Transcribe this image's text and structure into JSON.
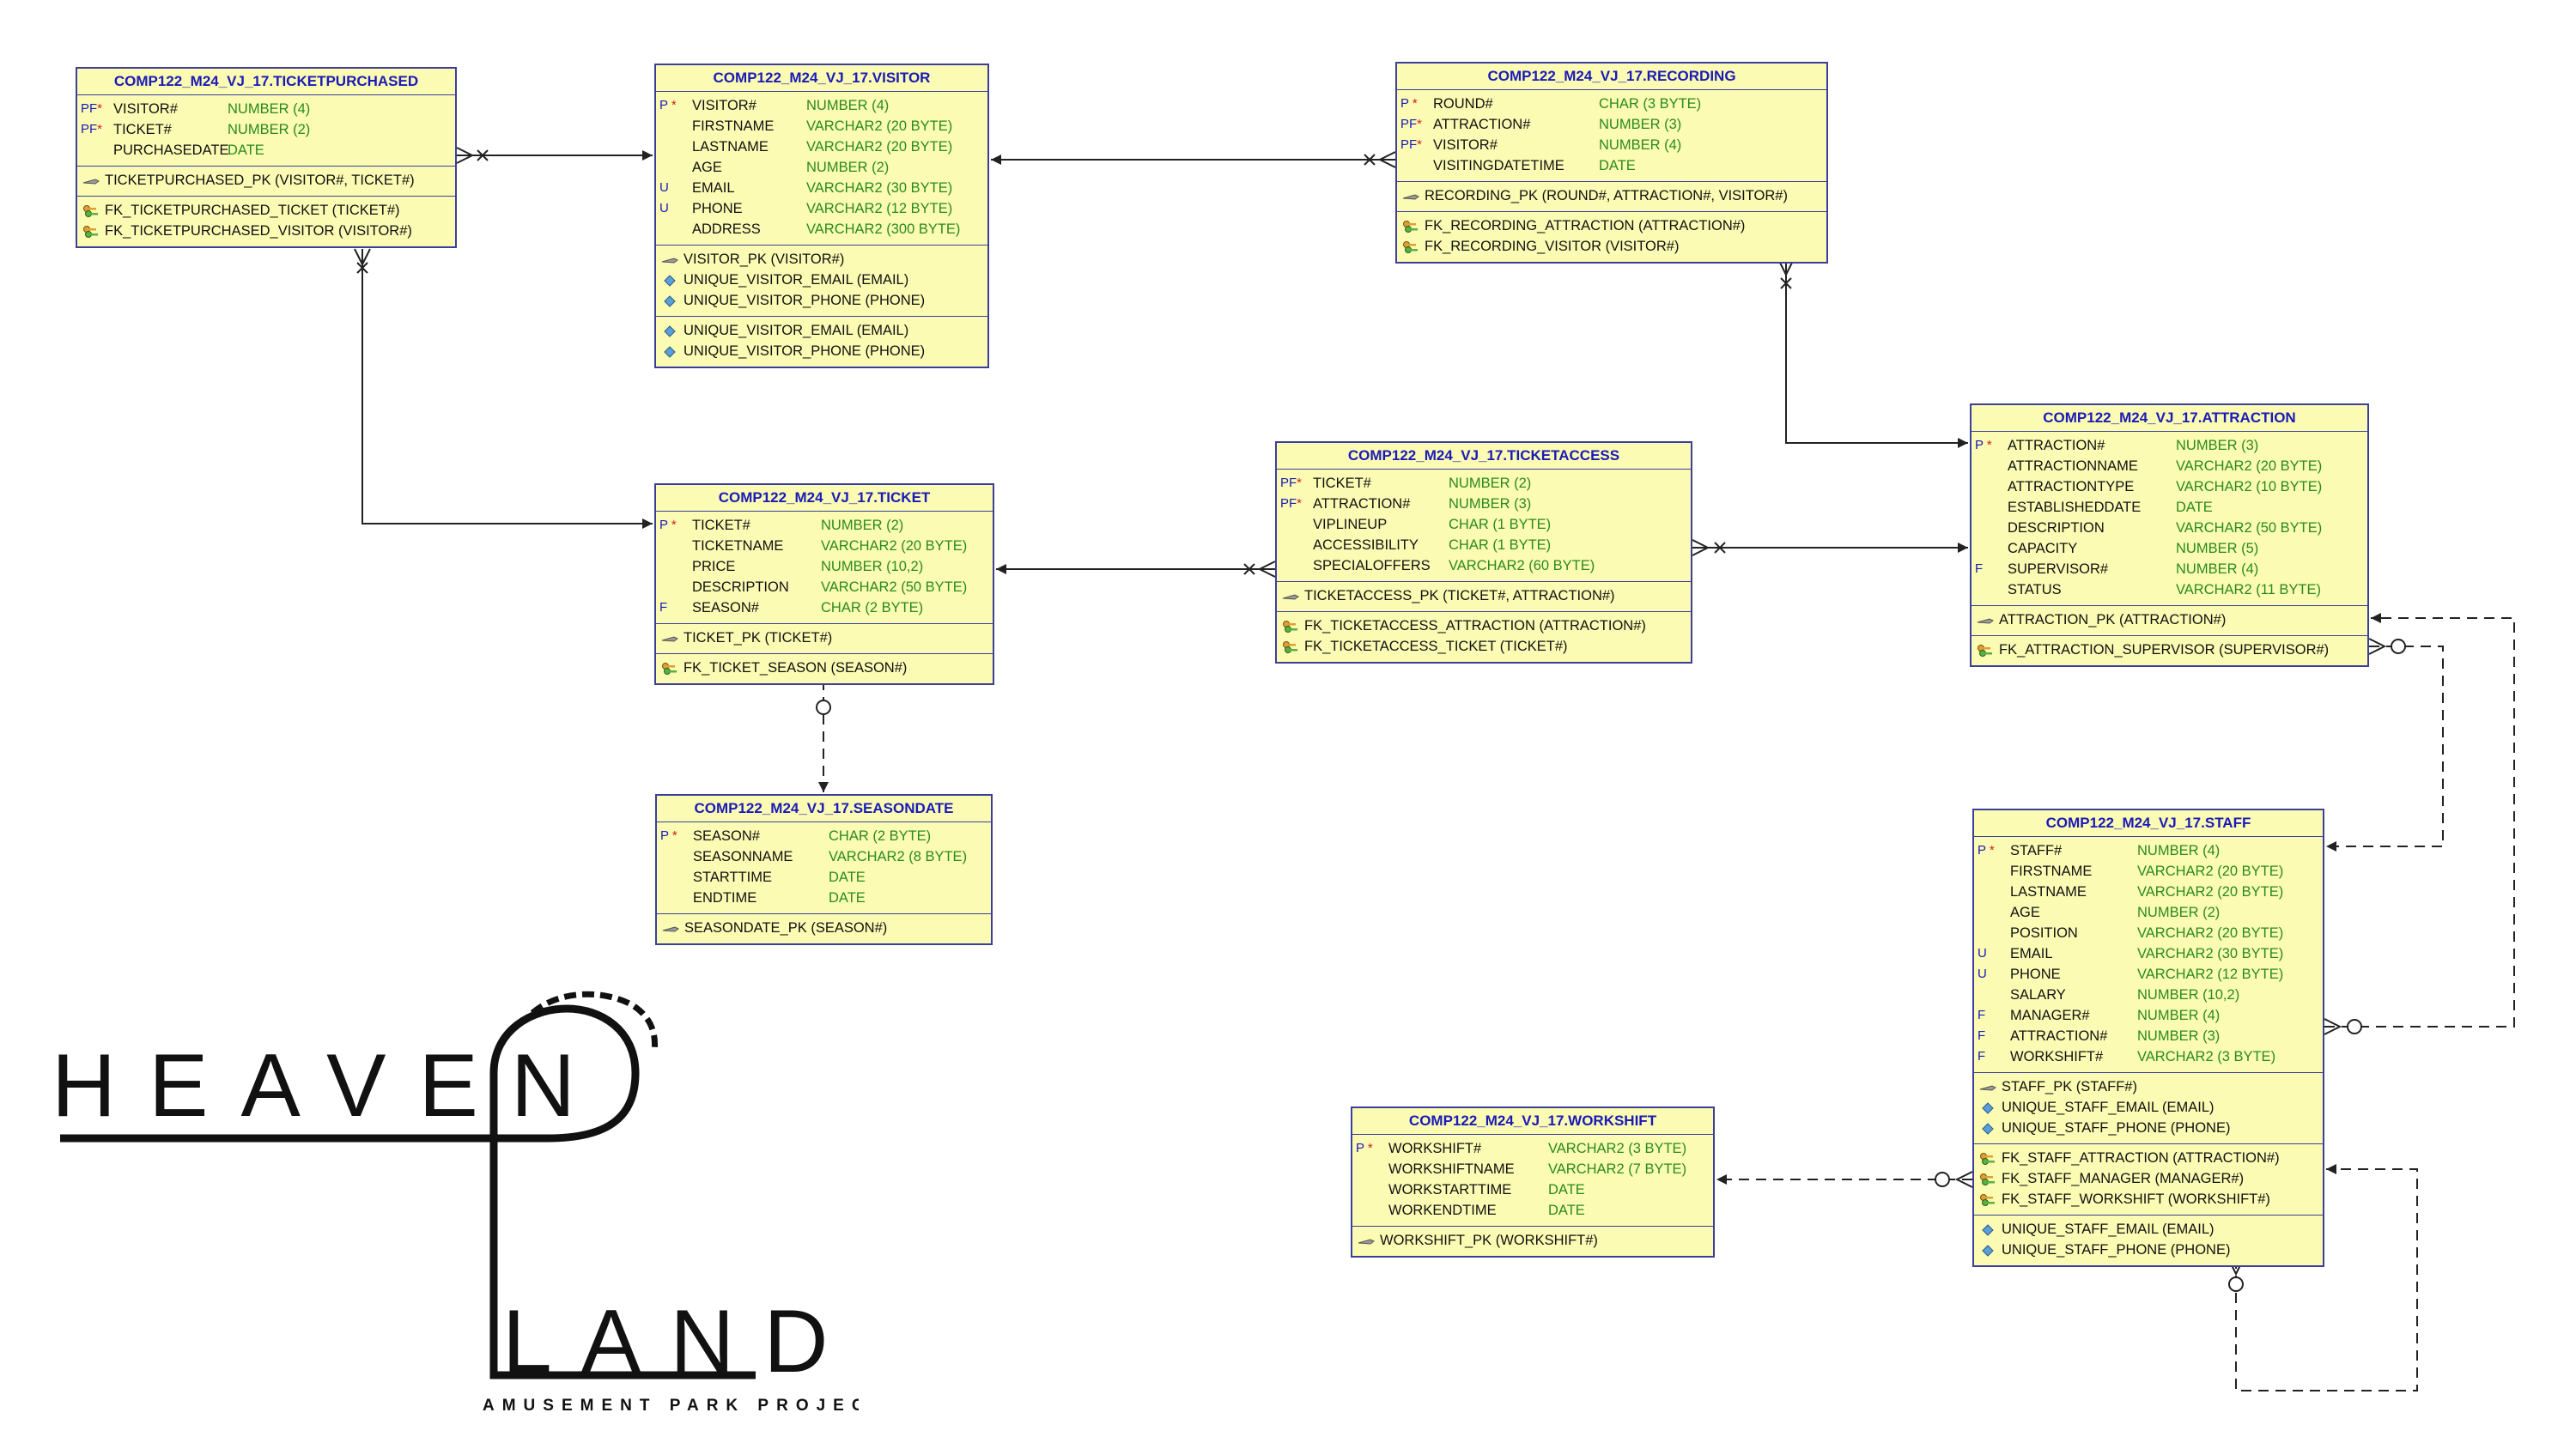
{
  "tables": {
    "ticketpurchased": {
      "title": "COMP122_M24_VJ_17.TICKETPURCHASED",
      "columns": [
        {
          "flag": "PF*",
          "name": "VISITOR#",
          "type": "NUMBER (4)"
        },
        {
          "flag": "PF*",
          "name": "TICKET#",
          "type": "NUMBER (2)"
        },
        {
          "flag": "",
          "name": "PURCHASEDATE",
          "type": "DATE"
        }
      ],
      "sections": [
        [
          {
            "icon": "pk-key-icon",
            "text": "TICKETPURCHASED_PK (VISITOR#, TICKET#)"
          }
        ],
        [
          {
            "icon": "fk-keys-icon",
            "text": "FK_TICKETPURCHASED_TICKET (TICKET#)"
          },
          {
            "icon": "fk-keys-icon",
            "text": "FK_TICKETPURCHASED_VISITOR (VISITOR#)"
          }
        ]
      ]
    },
    "visitor": {
      "title": "COMP122_M24_VJ_17.VISITOR",
      "columns": [
        {
          "flag": "P *",
          "name": "VISITOR#",
          "type": "NUMBER (4)"
        },
        {
          "flag": "",
          "name": "FIRSTNAME",
          "type": "VARCHAR2 (20 BYTE)"
        },
        {
          "flag": "",
          "name": "LASTNAME",
          "type": "VARCHAR2 (20 BYTE)"
        },
        {
          "flag": "",
          "name": "AGE",
          "type": "NUMBER (2)"
        },
        {
          "flag": "U",
          "name": "EMAIL",
          "type": "VARCHAR2 (30 BYTE)"
        },
        {
          "flag": "U",
          "name": "PHONE",
          "type": "VARCHAR2 (12 BYTE)"
        },
        {
          "flag": "",
          "name": "ADDRESS",
          "type": "VARCHAR2 (300 BYTE)"
        }
      ],
      "sections": [
        [
          {
            "icon": "pk-key-icon",
            "text": "VISITOR_PK (VISITOR#)"
          },
          {
            "icon": "unique-diamond-icon",
            "text": "UNIQUE_VISITOR_EMAIL (EMAIL)"
          },
          {
            "icon": "unique-diamond-icon",
            "text": "UNIQUE_VISITOR_PHONE (PHONE)"
          }
        ],
        [
          {
            "icon": "unique-diamond-icon",
            "text": "UNIQUE_VISITOR_EMAIL (EMAIL)"
          },
          {
            "icon": "unique-diamond-icon",
            "text": "UNIQUE_VISITOR_PHONE (PHONE)"
          }
        ]
      ]
    },
    "recording": {
      "title": "COMP122_M24_VJ_17.RECORDING",
      "columns": [
        {
          "flag": "P *",
          "name": "ROUND#",
          "type": "CHAR (3 BYTE)"
        },
        {
          "flag": "PF*",
          "name": "ATTRACTION#",
          "type": "NUMBER (3)"
        },
        {
          "flag": "PF*",
          "name": "VISITOR#",
          "type": "NUMBER (4)"
        },
        {
          "flag": "",
          "name": "VISITINGDATETIME",
          "type": "DATE"
        }
      ],
      "sections": [
        [
          {
            "icon": "pk-key-icon",
            "text": "RECORDING_PK (ROUND#, ATTRACTION#, VISITOR#)"
          }
        ],
        [
          {
            "icon": "fk-keys-icon",
            "text": "FK_RECORDING_ATTRACTION (ATTRACTION#)"
          },
          {
            "icon": "fk-keys-icon",
            "text": "FK_RECORDING_VISITOR (VISITOR#)"
          }
        ]
      ]
    },
    "ticketaccess": {
      "title": "COMP122_M24_VJ_17.TICKETACCESS",
      "columns": [
        {
          "flag": "PF*",
          "name": "TICKET#",
          "type": "NUMBER (2)"
        },
        {
          "flag": "PF*",
          "name": "ATTRACTION#",
          "type": "NUMBER (3)"
        },
        {
          "flag": "",
          "name": "VIPLINEUP",
          "type": "CHAR (1 BYTE)"
        },
        {
          "flag": "",
          "name": "ACCESSIBILITY",
          "type": "CHAR (1 BYTE)"
        },
        {
          "flag": "",
          "name": "SPECIALOFFERS",
          "type": "VARCHAR2 (60 BYTE)"
        }
      ],
      "sections": [
        [
          {
            "icon": "pk-key-icon",
            "text": "TICKETACCESS_PK (TICKET#, ATTRACTION#)"
          }
        ],
        [
          {
            "icon": "fk-keys-icon",
            "text": "FK_TICKETACCESS_ATTRACTION (ATTRACTION#)"
          },
          {
            "icon": "fk-keys-icon",
            "text": "FK_TICKETACCESS_TICKET (TICKET#)"
          }
        ]
      ]
    },
    "ticket": {
      "title": "COMP122_M24_VJ_17.TICKET",
      "columns": [
        {
          "flag": "P *",
          "name": "TICKET#",
          "type": "NUMBER (2)"
        },
        {
          "flag": "",
          "name": "TICKETNAME",
          "type": "VARCHAR2 (20 BYTE)"
        },
        {
          "flag": "",
          "name": "PRICE",
          "type": "NUMBER (10,2)"
        },
        {
          "flag": "",
          "name": "DESCRIPTION",
          "type": "VARCHAR2 (50 BYTE)"
        },
        {
          "flag": "F",
          "name": "SEASON#",
          "type": "CHAR (2 BYTE)"
        }
      ],
      "sections": [
        [
          {
            "icon": "pk-key-icon",
            "text": "TICKET_PK (TICKET#)"
          }
        ],
        [
          {
            "icon": "fk-keys-icon",
            "text": "FK_TICKET_SEASON (SEASON#)"
          }
        ]
      ]
    },
    "seasondate": {
      "title": "COMP122_M24_VJ_17.SEASONDATE",
      "columns": [
        {
          "flag": "P *",
          "name": "SEASON#",
          "type": "CHAR (2 BYTE)"
        },
        {
          "flag": "",
          "name": "SEASONNAME",
          "type": "VARCHAR2 (8 BYTE)"
        },
        {
          "flag": "",
          "name": "STARTTIME",
          "type": "DATE"
        },
        {
          "flag": "",
          "name": "ENDTIME",
          "type": "DATE"
        }
      ],
      "sections": [
        [
          {
            "icon": "pk-key-icon",
            "text": "SEASONDATE_PK (SEASON#)"
          }
        ]
      ]
    },
    "attraction": {
      "title": "COMP122_M24_VJ_17.ATTRACTION",
      "columns": [
        {
          "flag": "P *",
          "name": "ATTRACTION#",
          "type": "NUMBER (3)"
        },
        {
          "flag": "",
          "name": "ATTRACTIONNAME",
          "type": "VARCHAR2 (20 BYTE)"
        },
        {
          "flag": "",
          "name": "ATTRACTIONTYPE",
          "type": "VARCHAR2 (10 BYTE)"
        },
        {
          "flag": "",
          "name": "ESTABLISHEDDATE",
          "type": "DATE"
        },
        {
          "flag": "",
          "name": "DESCRIPTION",
          "type": "VARCHAR2 (50 BYTE)"
        },
        {
          "flag": "",
          "name": "CAPACITY",
          "type": "NUMBER (5)"
        },
        {
          "flag": "F",
          "name": "SUPERVISOR#",
          "type": "NUMBER (4)"
        },
        {
          "flag": "",
          "name": "STATUS",
          "type": "VARCHAR2 (11 BYTE)"
        }
      ],
      "sections": [
        [
          {
            "icon": "pk-key-icon",
            "text": "ATTRACTION_PK (ATTRACTION#)"
          }
        ],
        [
          {
            "icon": "fk-keys-icon",
            "text": "FK_ATTRACTION_SUPERVISOR (SUPERVISOR#)"
          }
        ]
      ]
    },
    "staff": {
      "title": "COMP122_M24_VJ_17.STAFF",
      "columns": [
        {
          "flag": "P *",
          "name": "STAFF#",
          "type": "NUMBER (4)"
        },
        {
          "flag": "",
          "name": "FIRSTNAME",
          "type": "VARCHAR2 (20 BYTE)"
        },
        {
          "flag": "",
          "name": "LASTNAME",
          "type": "VARCHAR2 (20 BYTE)"
        },
        {
          "flag": "",
          "name": "AGE",
          "type": "NUMBER (2)"
        },
        {
          "flag": "",
          "name": "POSITION",
          "type": "VARCHAR2 (20 BYTE)"
        },
        {
          "flag": "U",
          "name": "EMAIL",
          "type": "VARCHAR2 (30 BYTE)"
        },
        {
          "flag": "U",
          "name": "PHONE",
          "type": "VARCHAR2 (12 BYTE)"
        },
        {
          "flag": "",
          "name": "SALARY",
          "type": "NUMBER (10,2)"
        },
        {
          "flag": "F",
          "name": "MANAGER#",
          "type": "NUMBER (4)"
        },
        {
          "flag": "F",
          "name": "ATTRACTION#",
          "type": "NUMBER (3)"
        },
        {
          "flag": "F",
          "name": "WORKSHIFT#",
          "type": "VARCHAR2 (3 BYTE)"
        }
      ],
      "sections": [
        [
          {
            "icon": "pk-key-icon",
            "text": "STAFF_PK (STAFF#)"
          },
          {
            "icon": "unique-diamond-icon",
            "text": "UNIQUE_STAFF_EMAIL (EMAIL)"
          },
          {
            "icon": "unique-diamond-icon",
            "text": "UNIQUE_STAFF_PHONE (PHONE)"
          }
        ],
        [
          {
            "icon": "fk-keys-icon",
            "text": "FK_STAFF_ATTRACTION (ATTRACTION#)"
          },
          {
            "icon": "fk-keys-icon",
            "text": "FK_STAFF_MANAGER (MANAGER#)"
          },
          {
            "icon": "fk-keys-icon",
            "text": "FK_STAFF_WORKSHIFT (WORKSHIFT#)"
          }
        ],
        [
          {
            "icon": "unique-diamond-icon",
            "text": "UNIQUE_STAFF_EMAIL (EMAIL)"
          },
          {
            "icon": "unique-diamond-icon",
            "text": "UNIQUE_STAFF_PHONE (PHONE)"
          }
        ]
      ]
    },
    "workshift": {
      "title": "COMP122_M24_VJ_17.WORKSHIFT",
      "columns": [
        {
          "flag": "P *",
          "name": "WORKSHIFT#",
          "type": "VARCHAR2 (3 BYTE)"
        },
        {
          "flag": "",
          "name": "WORKSHIFTNAME",
          "type": "VARCHAR2 (7 BYTE)"
        },
        {
          "flag": "",
          "name": "WORKSTARTTIME",
          "type": "DATE"
        },
        {
          "flag": "",
          "name": "WORKENDTIME",
          "type": "DATE"
        }
      ],
      "sections": [
        [
          {
            "icon": "pk-key-icon",
            "text": "WORKSHIFT_PK (WORKSHIFT#)"
          }
        ]
      ]
    }
  },
  "logo": {
    "word1": "HEAVEN",
    "word2": "LAND",
    "tagline": "AMUSEMENT PARK PROJECT"
  },
  "colors": {
    "table_fill": "#fbfbb3",
    "table_border": "#3b3f9a",
    "title_text": "#1a1ab8",
    "datatype_text": "#2a8a1c",
    "key_flag_star": "#d02020"
  }
}
